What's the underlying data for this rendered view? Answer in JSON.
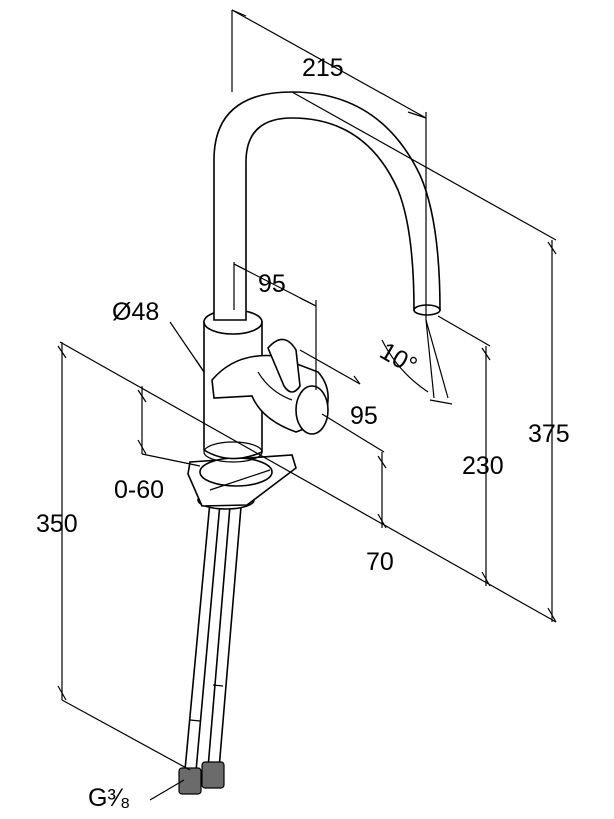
{
  "dimensions": {
    "spout_reach": "215",
    "overall_height": "375",
    "outlet_height": "230",
    "outlet_angle": "10°",
    "lever_offset_horizontal": "95",
    "lever_offset_depth": "95",
    "body_diameter": "Ø48",
    "deck_thickness": "0-60",
    "hose_length": "350",
    "lever_height": "70",
    "connection_thread": "G³⁄₈"
  }
}
